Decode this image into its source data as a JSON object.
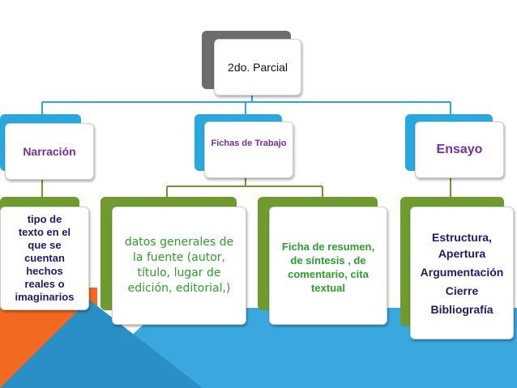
{
  "diagram": {
    "root": {
      "label": "2do. Parcial"
    },
    "categories": [
      {
        "id": "narracion",
        "label": "Narración",
        "color": "#7a2d9c"
      },
      {
        "id": "fichas",
        "label": "Fichas de Trabajo",
        "color": "#7a2d9c"
      },
      {
        "id": "ensayo",
        "label": "Ensayo",
        "color": "#7a2d9c"
      }
    ],
    "details": [
      {
        "parent": "narracion",
        "lines": [
          "tipo de",
          "texto en el",
          "que se",
          "cuentan",
          "hechos",
          "reales o",
          "imaginarios"
        ],
        "color": "#1c1c6e"
      },
      {
        "parent": "fichas",
        "lines": [
          "datos generales de",
          "la fuente (autor,",
          "título, lugar de",
          "edición, editorial,)"
        ],
        "color": "#2aa12a"
      },
      {
        "parent": "fichas",
        "lines": [
          "Ficha de resumen,",
          "de síntesis , de",
          "comentario, cita",
          "textual"
        ],
        "color": "#2aa12a"
      },
      {
        "parent": "ensayo",
        "lines": [
          "Estructura,",
          "Apertura",
          "Argumentación",
          "Cierre",
          "Bibliografía"
        ],
        "color": "#1c1c6e"
      }
    ],
    "colors": {
      "root_back": "#6d6d6d",
      "category_back": "#2aa7de",
      "detail_back": "#6e9a2e",
      "connector": "#2aa7de",
      "bg_orange": "#f26a21",
      "bg_blue": "#2e9fd8",
      "bg_blue_light": "#3aa8df"
    }
  }
}
